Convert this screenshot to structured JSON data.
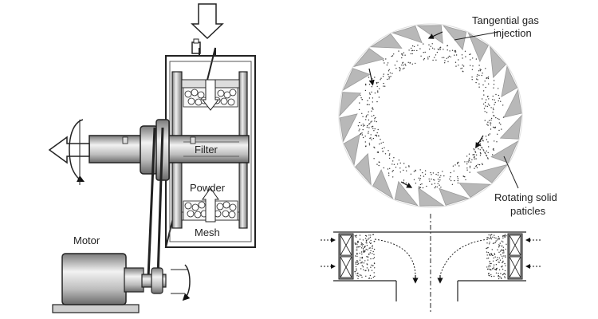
{
  "labels": {
    "filter": "Filter",
    "powder": "Powder",
    "mesh": "Mesh",
    "motor": "Motor",
    "gas_injection_line1": "Tangential gas",
    "gas_injection_line2": "injection",
    "rotating_line1": "Rotating solid",
    "rotating_line2": "paticles"
  },
  "colors": {
    "metal_dark": "#6e6e6e",
    "metal_light": "#e6e6e6",
    "vane_fill": "#b8b8b8",
    "outline": "#222222"
  },
  "icons": {
    "rotation_arrow": "circular-arrow-icon",
    "inflow_arrow": "down-arrow-icon",
    "outflow_arrow": "left-arrow-icon"
  }
}
